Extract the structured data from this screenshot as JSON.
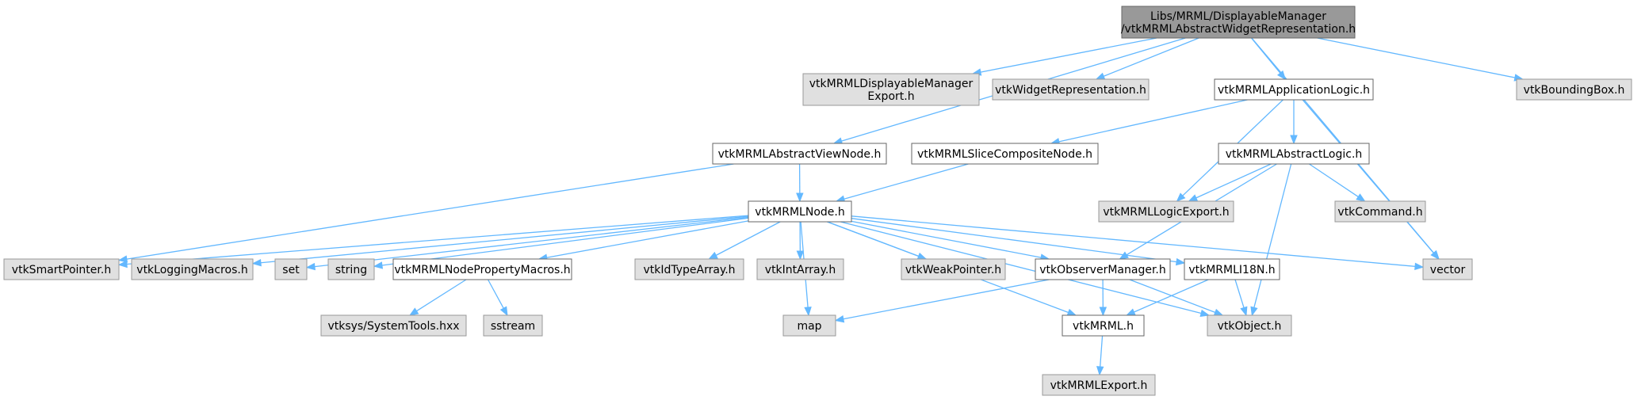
{
  "colors": {
    "root_fill": "#999999",
    "root_stroke": "#666666",
    "documented_fill": "#ffffff",
    "documented_stroke": "#666666",
    "external_fill": "#e0e0e0",
    "external_stroke": "#999999",
    "edge": "#63b8ff"
  },
  "nodes": {
    "root": {
      "lines": [
        "Libs/MRML/DisplayableManager",
        "/vtkMRMLAbstractWidgetRepresentation.h"
      ],
      "kind": "root"
    },
    "dmexport": {
      "lines": [
        "vtkMRMLDisplayableManager",
        "Export.h"
      ],
      "kind": "external"
    },
    "widgetrep": {
      "lines": [
        "vtkWidgetRepresentation.h"
      ],
      "kind": "external"
    },
    "applogic": {
      "lines": [
        "vtkMRMLApplicationLogic.h"
      ],
      "kind": "documented"
    },
    "bbox": {
      "lines": [
        "vtkBoundingBox.h"
      ],
      "kind": "external"
    },
    "absview": {
      "lines": [
        "vtkMRMLAbstractViewNode.h"
      ],
      "kind": "documented"
    },
    "slicecomp": {
      "lines": [
        "vtkMRMLSliceCompositeNode.h"
      ],
      "kind": "documented"
    },
    "abslogic": {
      "lines": [
        "vtkMRMLAbstractLogic.h"
      ],
      "kind": "documented"
    },
    "logicexport": {
      "lines": [
        "vtkMRMLLogicExport.h"
      ],
      "kind": "external"
    },
    "command": {
      "lines": [
        "vtkCommand.h"
      ],
      "kind": "external"
    },
    "mrmlnode": {
      "lines": [
        "vtkMRMLNode.h"
      ],
      "kind": "documented"
    },
    "smartptr": {
      "lines": [
        "vtkSmartPointer.h"
      ],
      "kind": "external"
    },
    "logging": {
      "lines": [
        "vtkLoggingMacros.h"
      ],
      "kind": "external"
    },
    "set": {
      "lines": [
        "set"
      ],
      "kind": "external"
    },
    "string": {
      "lines": [
        "string"
      ],
      "kind": "external"
    },
    "propmacros": {
      "lines": [
        "vtkMRMLNodePropertyMacros.h"
      ],
      "kind": "documented"
    },
    "idtype": {
      "lines": [
        "vtkIdTypeArray.h"
      ],
      "kind": "external"
    },
    "intarray": {
      "lines": [
        "vtkIntArray.h"
      ],
      "kind": "external"
    },
    "weakptr": {
      "lines": [
        "vtkWeakPointer.h"
      ],
      "kind": "external"
    },
    "observer": {
      "lines": [
        "vtkObserverManager.h"
      ],
      "kind": "documented"
    },
    "i18n": {
      "lines": [
        "vtkMRMLI18N.h"
      ],
      "kind": "documented"
    },
    "vector": {
      "lines": [
        "vector"
      ],
      "kind": "external"
    },
    "systools": {
      "lines": [
        "vtksys/SystemTools.hxx"
      ],
      "kind": "external"
    },
    "sstream": {
      "lines": [
        "sstream"
      ],
      "kind": "external"
    },
    "map": {
      "lines": [
        "map"
      ],
      "kind": "external"
    },
    "mrmlh": {
      "lines": [
        "vtkMRML.h"
      ],
      "kind": "documented"
    },
    "vtkobject": {
      "lines": [
        "vtkObject.h"
      ],
      "kind": "external"
    },
    "mrmlexport": {
      "lines": [
        "vtkMRMLExport.h"
      ],
      "kind": "external"
    }
  },
  "edges": [
    [
      "root",
      "dmexport"
    ],
    [
      "root",
      "widgetrep"
    ],
    [
      "root",
      "applogic"
    ],
    [
      "root",
      "bbox"
    ],
    [
      "root",
      "absview"
    ],
    [
      "root",
      "vector"
    ],
    [
      "applogic",
      "slicecomp"
    ],
    [
      "applogic",
      "abslogic"
    ],
    [
      "applogic",
      "logicexport"
    ],
    [
      "applogic",
      "vector"
    ],
    [
      "absview",
      "mrmlnode"
    ],
    [
      "absview",
      "smartptr"
    ],
    [
      "slicecomp",
      "mrmlnode"
    ],
    [
      "abslogic",
      "logicexport"
    ],
    [
      "abslogic",
      "command"
    ],
    [
      "abslogic",
      "observer"
    ],
    [
      "abslogic",
      "vtkobject"
    ],
    [
      "mrmlnode",
      "smartptr"
    ],
    [
      "mrmlnode",
      "logging"
    ],
    [
      "mrmlnode",
      "set"
    ],
    [
      "mrmlnode",
      "string"
    ],
    [
      "mrmlnode",
      "propmacros"
    ],
    [
      "mrmlnode",
      "map"
    ],
    [
      "mrmlnode",
      "idtype"
    ],
    [
      "mrmlnode",
      "intarray"
    ],
    [
      "mrmlnode",
      "weakptr"
    ],
    [
      "mrmlnode",
      "observer"
    ],
    [
      "mrmlnode",
      "mrmlh"
    ],
    [
      "mrmlnode",
      "i18n"
    ],
    [
      "mrmlnode",
      "vtkobject"
    ],
    [
      "mrmlnode",
      "vector"
    ],
    [
      "propmacros",
      "systools"
    ],
    [
      "propmacros",
      "sstream"
    ],
    [
      "observer",
      "map"
    ],
    [
      "observer",
      "mrmlh"
    ],
    [
      "observer",
      "vtkobject"
    ],
    [
      "i18n",
      "mrmlh"
    ],
    [
      "i18n",
      "vtkobject"
    ],
    [
      "mrmlh",
      "mrmlexport"
    ]
  ]
}
